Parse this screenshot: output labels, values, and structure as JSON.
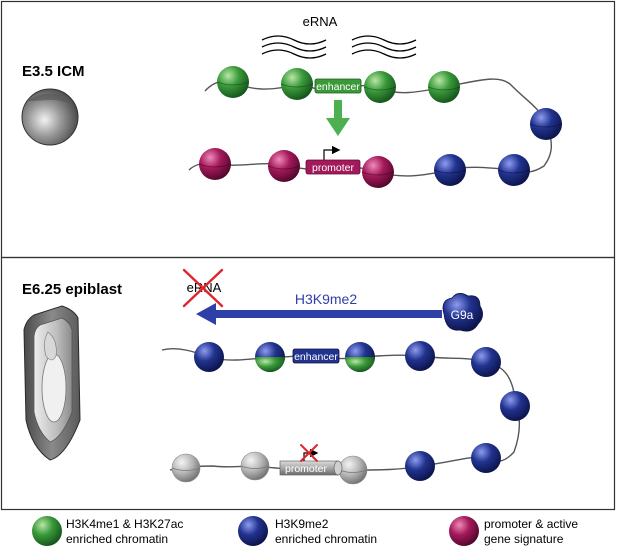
{
  "panel_top": {
    "stage_label": "E3.5 ICM",
    "erna_label": "eRNA",
    "enhancer_label": "enhancer",
    "promoter_label": "promoter"
  },
  "panel_bottom": {
    "stage_label": "E6.25 epiblast",
    "erna_label": "eRNA",
    "mark_label": "H3K9me2",
    "enzyme_label": "G9a",
    "enhancer_label": "enhancer",
    "promoter_label": "promoter"
  },
  "legend": {
    "items": [
      {
        "line1": "H3K4me1 & H3K27ac",
        "line2": "enriched chromatin",
        "color": "#3a9a3a"
      },
      {
        "line1": "H3K9me2",
        "line2": "enriched chromatin",
        "color": "#22338f"
      },
      {
        "line1": "promoter & active",
        "line2": "gene signature",
        "color": "#a3195b"
      }
    ]
  },
  "colors": {
    "green": "#3a9a3a",
    "blue": "#22338f",
    "magenta": "#a3195b",
    "grey": "#b8b8b8",
    "arrow_green": "#4caf50",
    "arrow_blue": "#2e3fa8",
    "cross_red": "#e0242c"
  }
}
